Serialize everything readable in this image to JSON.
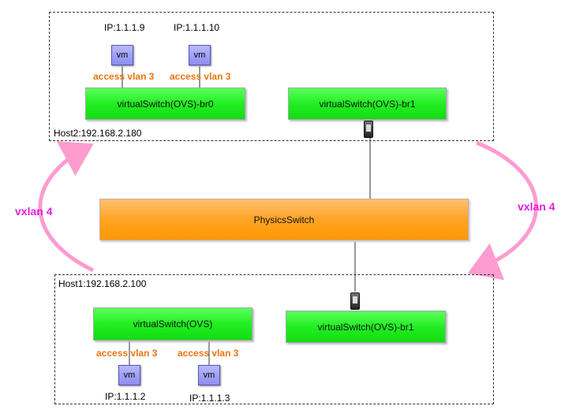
{
  "host2": {
    "label": "Host2:192.168.2.180",
    "vms": [
      {
        "vm_label": "vm",
        "ip": "IP:1.1.1.9",
        "access": "access",
        "vlan": "vlan 3"
      },
      {
        "vm_label": "vm",
        "ip": "IP:1.1.1.10",
        "access": "access",
        "vlan": "vlan 3"
      }
    ],
    "switch_br0": "virtualSwitch(OVS)-br0",
    "switch_br1": "virtualSwitch(OVS)-br1"
  },
  "physics_switch": "PhysicsSwitch",
  "host1": {
    "label": "Host1:192.168.2.100",
    "vms": [
      {
        "vm_label": "vm",
        "ip": "IP:1.1.1.2",
        "access": "access",
        "vlan": "vlan 3"
      },
      {
        "vm_label": "vm",
        "ip": "IP:1.1.1.3",
        "access": "access",
        "vlan": "vlan 3"
      }
    ],
    "switch_ovs": "virtualSwitch(OVS)",
    "switch_br1": "virtualSwitch(OVS)-br1"
  },
  "vxlan_left": "vxlan 4",
  "vxlan_right": "vxlan 4",
  "colors": {
    "switch_green": "#22ee22",
    "physics_orange": "#ff9900",
    "vm_blue": "#9a9af5",
    "access_orange": "#e87513",
    "vxlan_magenta": "#e020e0",
    "arc_pink": "#ff9ccf"
  }
}
